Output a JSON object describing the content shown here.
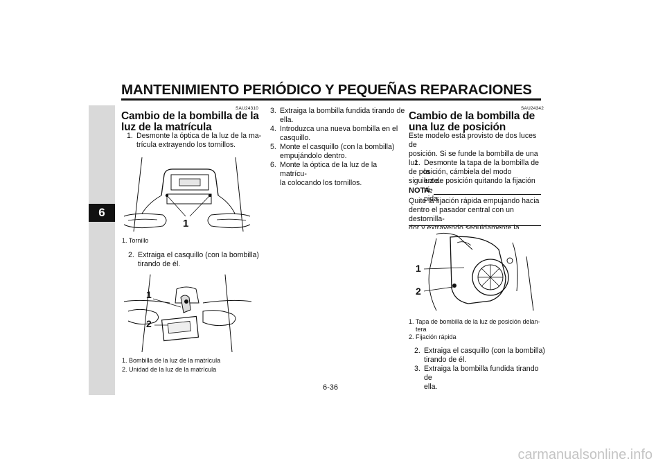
{
  "header": {
    "title": "MANTENIMIENTO PERIÓDICO Y PEQUEÑAS REPARACIONES"
  },
  "chapter": {
    "number": "6"
  },
  "col1": {
    "code": "SAU24310",
    "heading": "Cambio de la bombilla de la luz de la matrícula",
    "steps": [
      {
        "num": "1.",
        "lines": [
          "Desmonte la óptica de la luz de la ma-",
          "trícula extrayendo los tornillos."
        ]
      },
      {
        "num": "2.",
        "lines": [
          "Extraiga el casquillo (con la bombilla)",
          "tirando de él."
        ]
      }
    ],
    "fig1": {
      "callout": "1",
      "caption": "1. Tornillo"
    },
    "fig2": {
      "callouts": [
        "1",
        "2"
      ],
      "captions": [
        "1. Bombilla de la luz de la matrícula",
        "2. Unidad de la luz de la matrícula"
      ]
    }
  },
  "col2": {
    "steps": [
      {
        "num": "3.",
        "lines": [
          "Extraiga la bombilla fundida tirando de",
          "ella."
        ]
      },
      {
        "num": "4.",
        "lines": [
          "Introduzca una nueva bombilla en el",
          "casquillo."
        ]
      },
      {
        "num": "5.",
        "lines": [
          "Monte el casquillo (con la bombilla)",
          "empujándolo dentro."
        ]
      },
      {
        "num": "6.",
        "lines": [
          "Monte la óptica de la luz de la matrícu-",
          "la colocando los tornillos."
        ]
      }
    ]
  },
  "col3": {
    "code": "SAU24342",
    "heading": "Cambio de la bombilla de una luz de posición",
    "intro": [
      "Este modelo está provisto de dos luces de",
      "posición. Si se funde la bombilla de una luz",
      "de posición, cámbiela del modo siguiente."
    ],
    "step1": {
      "num": "1.",
      "lines": [
        "Desmonte la tapa de la bombilla de la",
        "luz de posición quitando la fijación rá-",
        "pida."
      ]
    },
    "note": {
      "label": "NOTA:",
      "lines": [
        "Quite la fijación rápida empujando hacia",
        "dentro el pasador central con un destornilla-",
        "dor y extrayendo seguidamente la fijación."
      ]
    },
    "fig": {
      "callouts": [
        "1",
        "2"
      ],
      "captions": [
        "1. Tapa de bombilla de la luz de posición delan-",
        "tera",
        "2. Fijación rápida"
      ]
    },
    "steps": [
      {
        "num": "2.",
        "lines": [
          "Extraiga el casquillo (con la bombilla)",
          "tirando de él."
        ]
      },
      {
        "num": "3.",
        "lines": [
          "Extraiga la bombilla fundida tirando de",
          "ella."
        ]
      }
    ]
  },
  "footer": {
    "page": "6-36"
  },
  "watermark": {
    "text": "carmanualsonline.info"
  }
}
